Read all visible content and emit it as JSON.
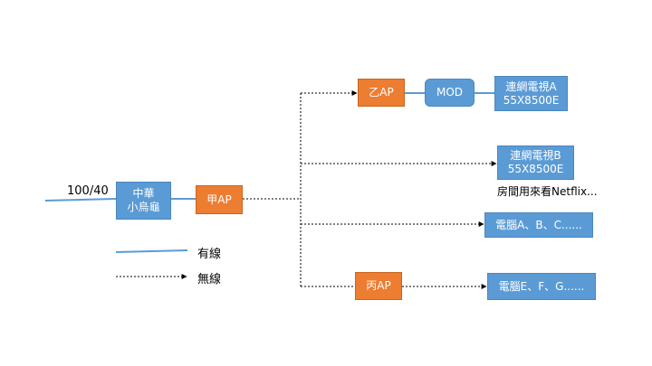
{
  "input_label": "100/40",
  "modem": {
    "line1": "中華",
    "line2": "小烏龜"
  },
  "ap_main": "甲AP",
  "ap_b": "乙AP",
  "ap_c": "丙AP",
  "mod": "MOD",
  "tv_a": {
    "line1": "連網電視A",
    "line2": "55X8500E"
  },
  "tv_b": {
    "line1": "連網電視B",
    "line2": "55X8500E"
  },
  "tv_b_note": "房間用來看Netflix...",
  "pc_group1": "電腦A、B、C......",
  "pc_group2": "電腦E、F、G......",
  "legend": {
    "wired": "有線",
    "wireless": "無線"
  },
  "colors": {
    "blue": "#5b9bd5",
    "orange": "#ed7d31",
    "wire": "#5b9bd5",
    "dash": "#000000"
  }
}
